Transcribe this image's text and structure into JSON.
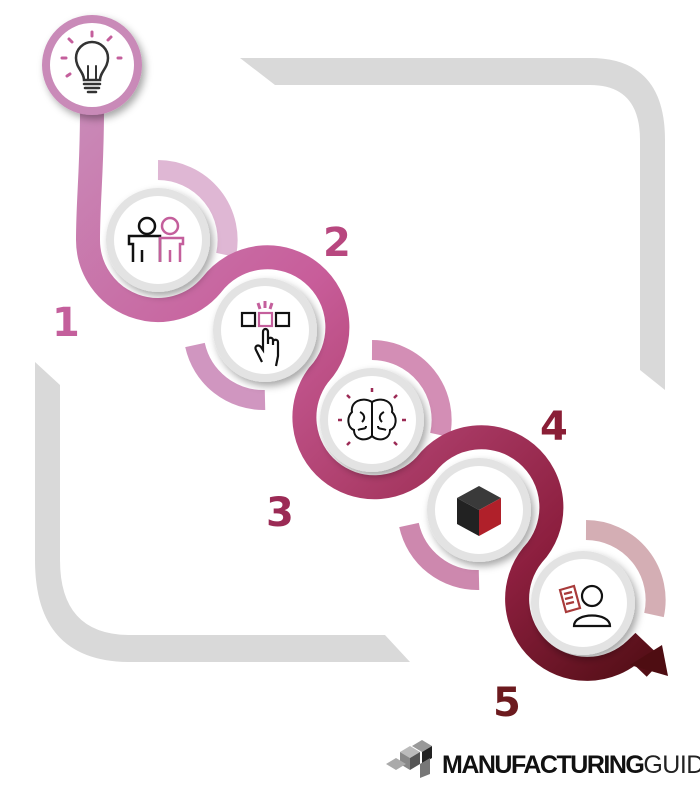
{
  "steps": [
    {
      "number": "1",
      "icon": "teamwork-icon",
      "color": "#c45f9c"
    },
    {
      "number": "2",
      "icon": "selection-hand-icon",
      "color": "#b8477f"
    },
    {
      "number": "3",
      "icon": "brain-icon",
      "color": "#9b2a55"
    },
    {
      "number": "4",
      "icon": "cube-icon",
      "color": "#8a1e36"
    },
    {
      "number": "5",
      "icon": "user-document-icon",
      "color": "#6c1a1e"
    }
  ],
  "start_icon": "lightbulb-icon",
  "logo": {
    "bold": "MANUFACTURING",
    "light": "GUIDE"
  },
  "colors": {
    "frame": "#d9d9d9",
    "path_start": "#c98ab8",
    "path_mid": "#c0508c",
    "path_dark": "#8d1f3f",
    "path_end": "#4e0d12"
  }
}
